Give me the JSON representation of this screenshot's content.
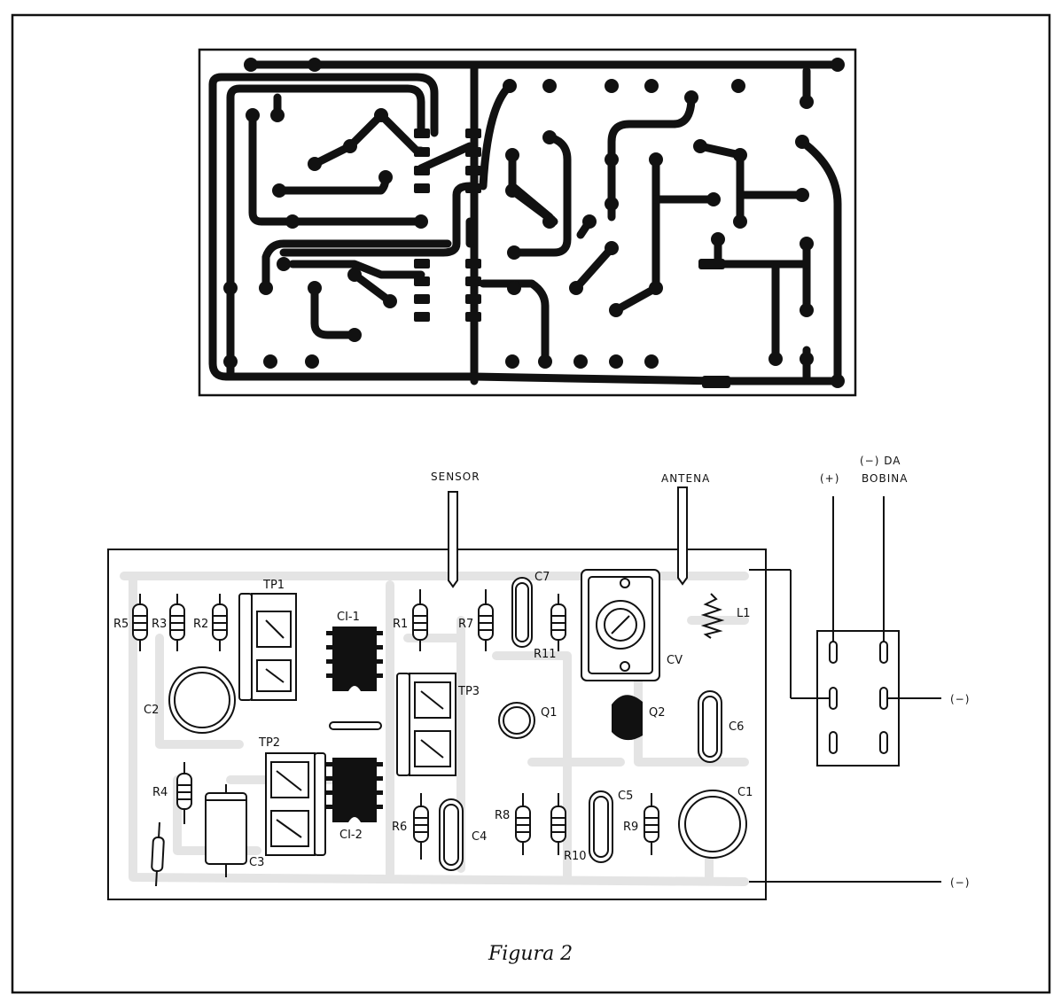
{
  "figure": {
    "caption": "Figura 2"
  },
  "assembly": {
    "labels": {
      "sensor": "SENSOR",
      "antena": "ANTENA",
      "plus": "(+)",
      "minus_bobina_1": "(−) DA",
      "minus_bobina_2": "BOBINA",
      "minus_right": "(−)",
      "minus_bottom": "(−)"
    },
    "components": {
      "R5": "R5",
      "R3": "R3",
      "R2": "R2",
      "R1": "R1",
      "R7": "R7",
      "R11": "R11",
      "R4": "R4",
      "R6": "R6",
      "R8": "R8",
      "R10": "R10",
      "R9": "R9",
      "TP1": "TP1",
      "TP2": "TP2",
      "TP3": "TP3",
      "CI1": "CI-1",
      "CI2": "CI-2",
      "C1": "C1",
      "C2": "C2",
      "C3": "C3",
      "C4": "C4",
      "C5": "C5",
      "C6": "C6",
      "C7": "C7",
      "Q1": "Q1",
      "Q2": "Q2",
      "CV": "CV",
      "L1": "L1"
    }
  }
}
